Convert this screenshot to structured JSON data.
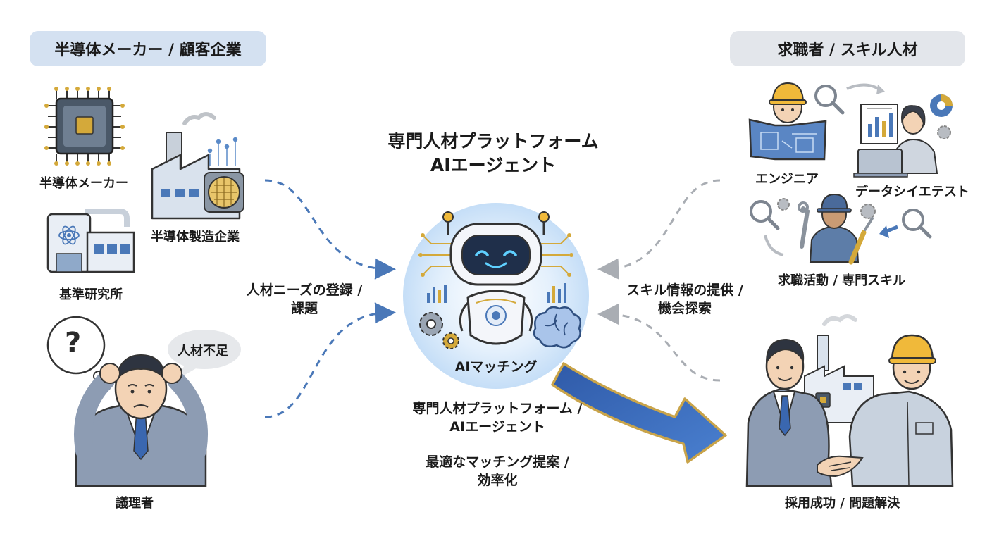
{
  "left_group": {
    "header": "半導体メーカー / 顧客企業",
    "items": [
      {
        "label": "半導体メーカー"
      },
      {
        "label": "半導体製造企業"
      },
      {
        "label": "基準研究所"
      },
      {
        "label": "議理者"
      }
    ],
    "speech_bubble": "人材不足",
    "thought_bubble": "?"
  },
  "right_group": {
    "header": "求職者 / スキル人材",
    "items": [
      {
        "label": "エンジニア"
      },
      {
        "label": "データシイエテスト"
      },
      {
        "label": "求職活動 / 専門スキル"
      },
      {
        "label": "採用成功 / 問題解決"
      }
    ]
  },
  "center": {
    "title_line1": "専門人材プラットフォーム",
    "title_line2": "AIエージェント",
    "robot_label": "AIマッチング",
    "caption1_line1": "専門人材プラットフォーム /",
    "caption1_line2": "AIエージェント",
    "caption2_line1": "最適なマッチング提案 /",
    "caption2_line2": "効率化"
  },
  "flows": {
    "left_label_line1": "人材ニーズの登録 /",
    "left_label_line2": "課題",
    "right_label_line1": "スキル情報の提供 /",
    "right_label_line2": "機会探索"
  },
  "colors": {
    "accent_blue": "#3f6fbf",
    "gold": "#c9a44a",
    "header_left_bg": "#d4e1f1",
    "header_right_bg": "#e3e6eb",
    "dash_left": "#4a78b8",
    "dash_right": "#a9adb3"
  }
}
